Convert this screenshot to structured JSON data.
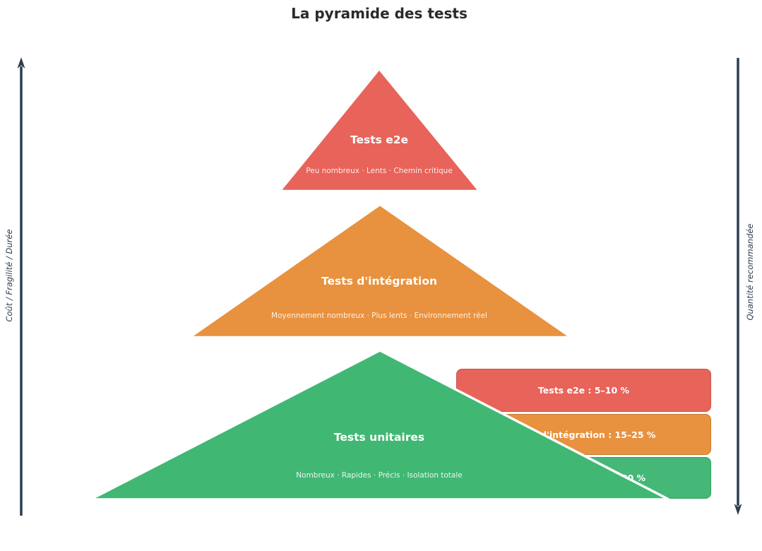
{
  "title": "La pyramide des tests",
  "axes": {
    "left_label": "Coût / Fragilité / Durée",
    "right_label": "Quantité recommandée",
    "arrow_color": "#2c3e50"
  },
  "pyramid": {
    "levels": [
      {
        "name": "e2e",
        "title": "Tests e2e",
        "subtitle": "Peu nombreux · Lents · Chemin critique",
        "color": "#e8635a"
      },
      {
        "name": "integration",
        "title": "Tests d'intégration",
        "subtitle": "Moyennement nombreux · Plus lents · Environnement réel",
        "color": "#e8913e"
      },
      {
        "name": "unitaires",
        "title": "Tests unitaires",
        "subtitle": "Nombreux · Rapides · Précis · Isolation totale",
        "color": "#41b774"
      }
    ]
  },
  "legend": {
    "items": [
      {
        "name": "e2e",
        "label": "Tests e2e : 5–10 %",
        "color": "#e8635a"
      },
      {
        "name": "integration",
        "label": "Tests d'intégration : 15–25 %",
        "color": "#e8913e"
      },
      {
        "name": "unitaires",
        "label": "Tests unitaires : 70–80 %",
        "color": "#45b878"
      }
    ]
  }
}
